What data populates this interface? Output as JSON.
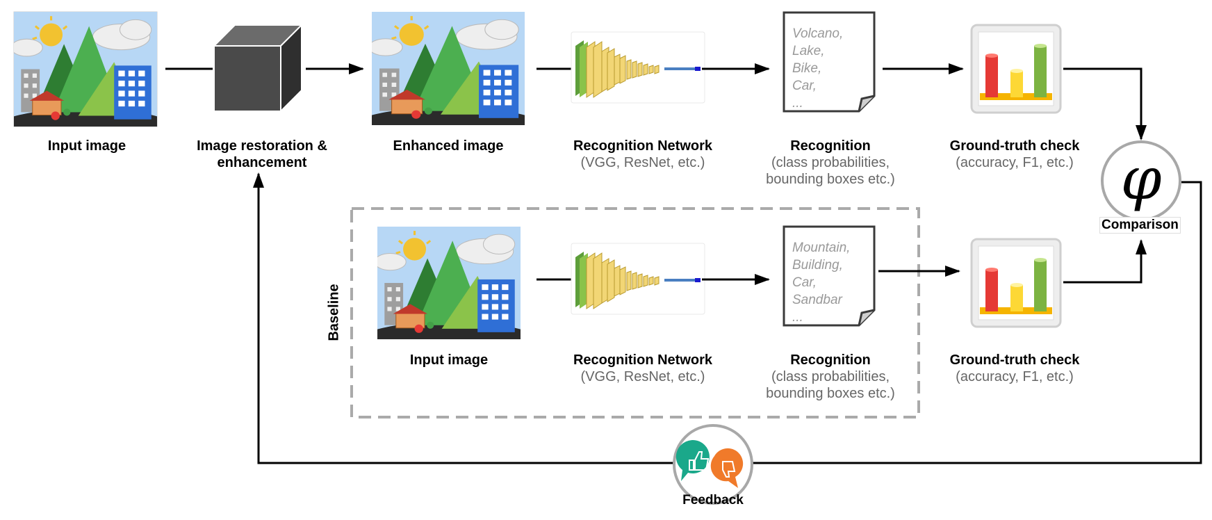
{
  "pipeline": {
    "input_label": "Input image",
    "restoration_label_line1": "Image restoration &",
    "restoration_label_line2": "enhancement",
    "enhanced_label": "Enhanced image",
    "network_title": "Recognition Network",
    "network_sub": "(VGG, ResNet, etc.)",
    "recognition_title": "Recognition",
    "recognition_sub1": "(class probabilities,",
    "recognition_sub2": "bounding boxes etc.)",
    "gt_title": "Ground-truth check",
    "gt_sub": "(accuracy, F1, etc.)",
    "doc_items": [
      "Volcano,",
      "Lake,",
      "Bike,",
      "Car,",
      "..."
    ]
  },
  "baseline": {
    "side_label": "Baseline",
    "input_label": "Input image",
    "network_title": "Recognition Network",
    "network_sub": "(VGG, ResNet, etc.)",
    "recognition_title": "Recognition",
    "recognition_sub1": "(class probabilities,",
    "recognition_sub2": "bounding boxes etc.)",
    "gt_title": "Ground-truth check",
    "gt_sub": "(accuracy, F1, etc.)",
    "doc_items": [
      "Mountain,",
      "Building,",
      "Car,",
      "Sandbar",
      "..."
    ]
  },
  "comparison": {
    "label": "Comparison",
    "symbol": "φ"
  },
  "feedback": {
    "label": "Feedback"
  },
  "colors": {
    "sky": "#b7d7f5",
    "mountain_dark": "#2e7d32",
    "mountain_mid": "#4caf50",
    "mountain_light": "#8bc34a",
    "building_blue": "#2f6fd6",
    "sun": "#f2c230",
    "thumb_up": "#1aa88a",
    "thumb_down": "#f07a2a",
    "bar_red": "#e53935",
    "bar_yellow": "#fdd835",
    "bar_green": "#7cb342"
  }
}
